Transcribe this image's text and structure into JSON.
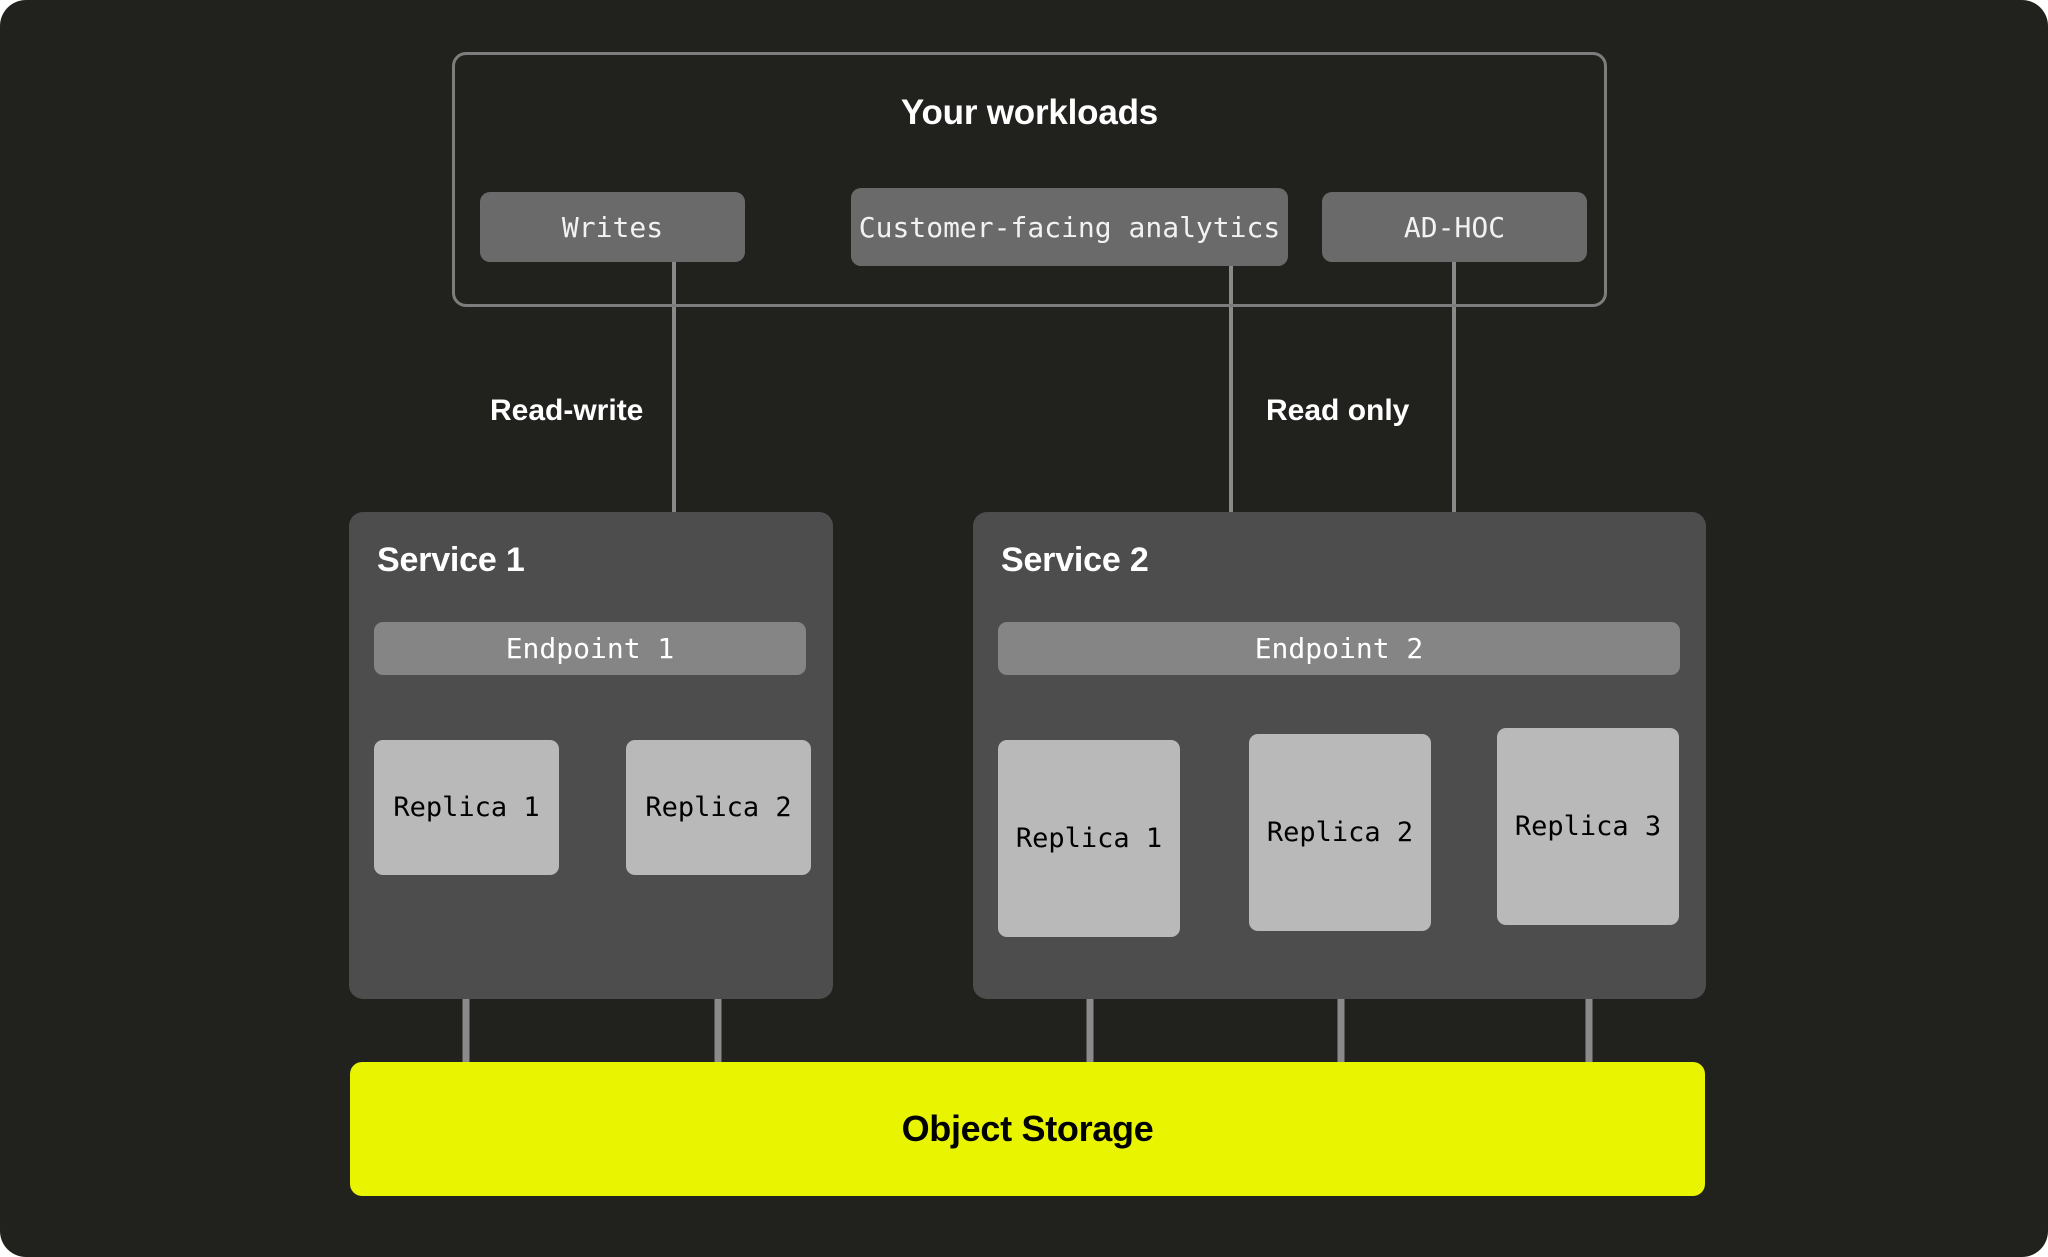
{
  "colors": {
    "canvas_background": "#21211d",
    "workload_chip": "#6a6a6a",
    "workload_border": "#7d7d7d",
    "service_panel": "#4d4d4d",
    "endpoint_bar": "#858585",
    "replica_box": "#b9b9b9",
    "object_storage_accent": "#e8f400",
    "connector_line": "#8a8a8a"
  },
  "workloads": {
    "title": "Your workloads",
    "chips": [
      {
        "label": "Writes"
      },
      {
        "label": "Customer-facing analytics"
      },
      {
        "label": "AD-HOC"
      }
    ]
  },
  "edge_labels": {
    "read_write": "Read-write",
    "read_only": "Read only"
  },
  "services": [
    {
      "title": "Service 1",
      "endpoint": "Endpoint 1",
      "replicas": [
        {
          "label": "Replica 1"
        },
        {
          "label": "Replica 2"
        }
      ]
    },
    {
      "title": "Service 2",
      "endpoint": "Endpoint 2",
      "replicas": [
        {
          "label": "Replica 1"
        },
        {
          "label": "Replica 2"
        },
        {
          "label": "Replica 3"
        }
      ]
    }
  ],
  "storage": {
    "label": "Object Storage"
  }
}
